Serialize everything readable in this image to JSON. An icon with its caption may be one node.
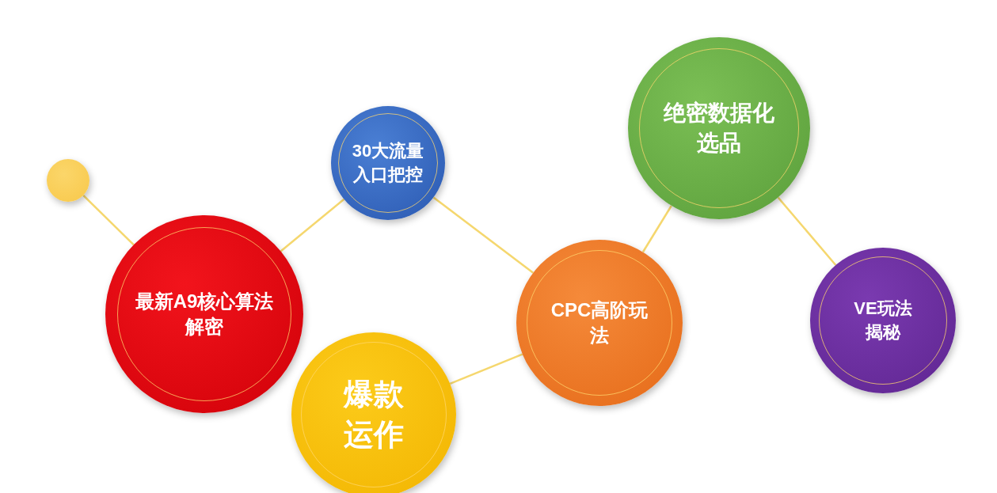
{
  "diagram": {
    "nodes": [
      {
        "text": [],
        "shape": "circle"
      },
      {
        "text": [
          "最新A9核心算法解密"
        ]
      },
      {
        "text": [
          "30大流量入口把控"
        ]
      },
      {
        "text": [
          "爆款运作"
        ]
      },
      {
        "text": [
          "CPC高阶玩法"
        ]
      },
      {
        "text": [
          "绝密数据化选品"
        ]
      },
      {
        "text": [
          "VE玩法揭秘"
        ]
      }
    ],
    "edges": [
      {
        "from": 0,
        "to": 1,
        "arrow": "none"
      },
      {
        "from": 1,
        "to": 2,
        "arrow": "none"
      },
      {
        "from": 2,
        "to": 4,
        "arrow": "none"
      },
      {
        "from": 3,
        "to": 4,
        "arrow": "none"
      },
      {
        "from": 4,
        "to": 5,
        "arrow": "none"
      },
      {
        "from": 5,
        "to": 6,
        "arrow": "none"
      }
    ]
  }
}
